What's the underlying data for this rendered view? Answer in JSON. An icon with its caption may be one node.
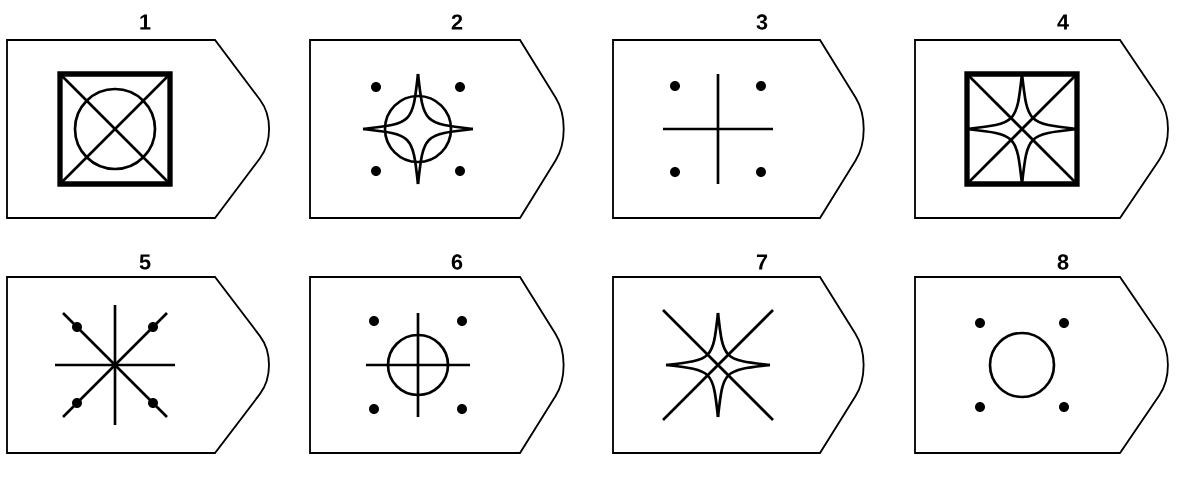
{
  "diagram": {
    "nodes": [
      {
        "text": [
          "1"
        ]
      },
      {
        "text": [
          "2"
        ]
      },
      {
        "text": [
          "3"
        ]
      },
      {
        "text": [
          "4"
        ]
      },
      {
        "text": [
          "5"
        ]
      },
      {
        "text": [
          "6"
        ]
      },
      {
        "text": [
          "7"
        ]
      },
      {
        "text": [
          "8"
        ]
      }
    ]
  }
}
